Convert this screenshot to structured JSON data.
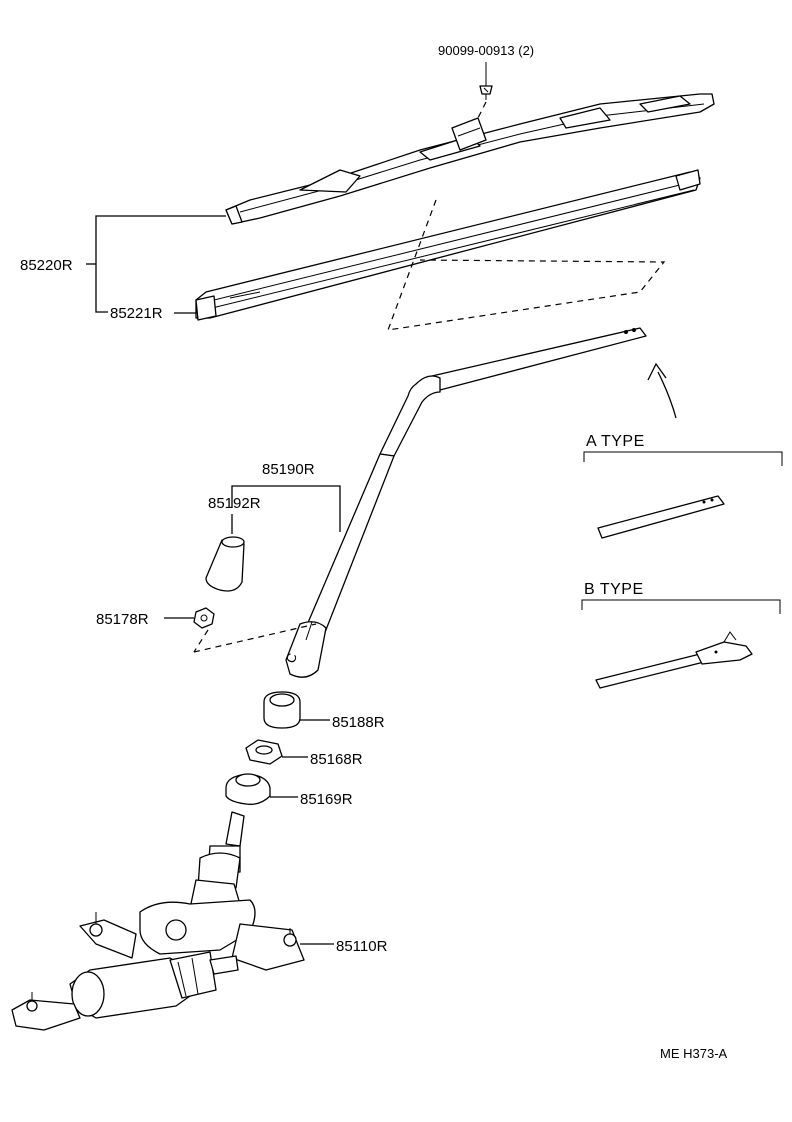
{
  "parts": {
    "screw": "90099-00913 (2)",
    "blade_assy": "85220R",
    "blade_rubber": "85221R",
    "arm": "85190R",
    "arm_cap": "85192R",
    "arm_nut": "85178R",
    "cap_85188": "85188R",
    "nut_85168": "85168R",
    "cushion_85169": "85169R",
    "motor": "85110R"
  },
  "types": {
    "a": "A  TYPE",
    "b": "B  TYPE"
  },
  "footer": {
    "code": "ME  H373-A"
  }
}
